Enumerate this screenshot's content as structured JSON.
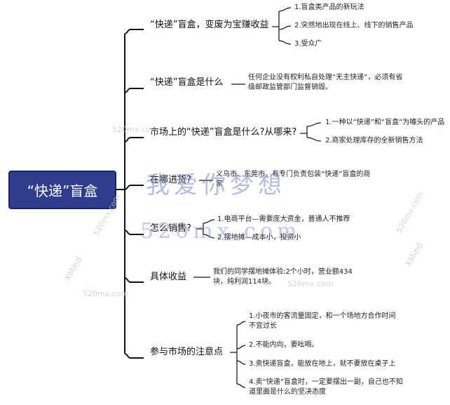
{
  "root": {
    "label": "“快递”盲盒"
  },
  "branches": [
    {
      "label": "“快递”盲盒，变废为宝赚收益",
      "leaves": [
        "1.盲盒类产品的新玩法",
        "2.突然地出现在线上、线下的销售产品",
        "3.受众广"
      ]
    },
    {
      "label": "“快递”盲盒是什么",
      "leaves": [
        "任何企业没有权利私自处理“无主快递”，必须有省级邮政监管部门监督销毁。"
      ]
    },
    {
      "label": "市场上的“快递”盲盒是什么?从哪来?",
      "leaves": [
        "1.一种以“快递”和“盲盒”为噱头的产品",
        "2.商家处理库存的全新销售方法"
      ]
    },
    {
      "label": "在哪进货?",
      "leaves": [
        "义乌市、东莞市，有专门负责包装“快递”盲盒的商家"
      ]
    },
    {
      "label": "怎么销售?",
      "leaves": [
        "1.电商平台—需要庞大资金，普通人不推荐",
        "2.摆地摊—成本小，投资小"
      ]
    },
    {
      "label": "具体收益",
      "leaves": [
        "我们的同学摆地摊体验:2个小时，营业额434块，纯利润114块。"
      ]
    },
    {
      "label": "参与市场的注意点",
      "leaves": [
        "1.小夜市的客流量固定，和一个场地方合作时间不宜过长",
        "2.不能内向，要吆喝。",
        "3.卖快递盲盒，能放在地上，就不要放在桌子上",
        "4.卖“快递”盲盒时，一定要摆出一副，自己也不知道里面是什么的坚决态度"
      ]
    }
  ],
  "watermarks": {
    "main": "我爱你梦想",
    "site": "520mx.com",
    "brand": "XMind"
  }
}
